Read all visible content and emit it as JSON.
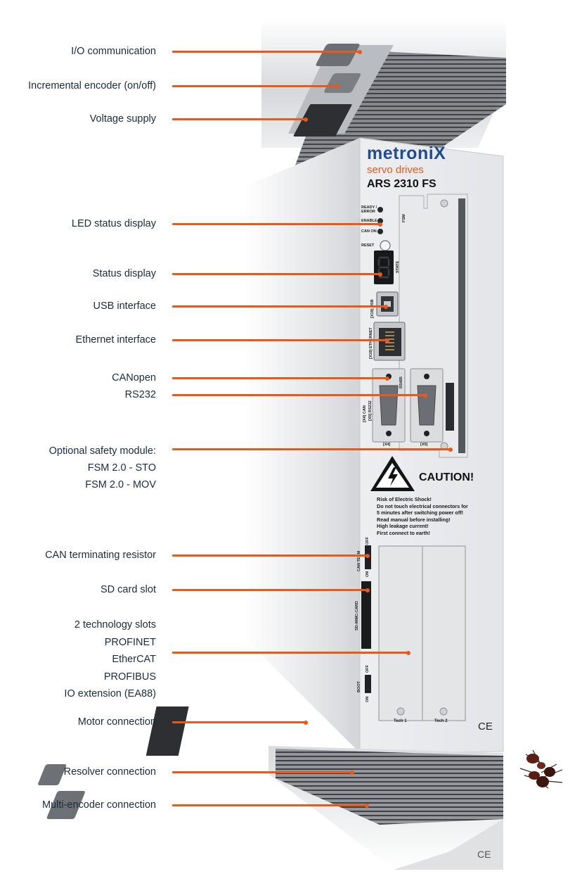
{
  "device": {
    "brand": "metroniX",
    "tagline": "servo drives",
    "model": "ARS 2310 FS",
    "leds": [
      "READY / ERROR",
      "ENABLE",
      "CAN ON"
    ],
    "reset_label": "RESET",
    "fsm_label": "FSM",
    "state_label": "STATE",
    "usb_label": "[X19] USB",
    "ethernet_label": "[X18] ETHERNET",
    "can_label": "[X4] CAN",
    "rs232_label": "[X5] RS232",
    "rs485_label": "RS485",
    "x4_label": "[X4]",
    "x5_label": "[X5]",
    "caution_title": "CAUTION!",
    "caution_lines": [
      "Risk of Electric Shock!",
      "Do not touch electrical connectors for",
      "5 minutes after switching power off!",
      "Read manual before installing!",
      "High leakage current!",
      "First connect to earth!"
    ],
    "can_term_label": "CAN TERM",
    "sd_label": "SD-/MMC-CARD",
    "boot_label": "BOOT",
    "off_label": "OFF",
    "on_label": "ON",
    "tech1_label": "Tech 1",
    "tech2_label": "Tech 2",
    "ce_mark": "CE"
  },
  "callouts": [
    {
      "lines": [
        "I/O communication"
      ]
    },
    {
      "lines": [
        "Incremental encoder (on/off)"
      ]
    },
    {
      "lines": [
        "Voltage supply"
      ]
    },
    {
      "lines": [
        "LED status display"
      ]
    },
    {
      "lines": [
        "Status display"
      ]
    },
    {
      "lines": [
        "USB interface"
      ]
    },
    {
      "lines": [
        "Ethernet interface"
      ]
    },
    {
      "lines": [
        "CANopen"
      ]
    },
    {
      "lines": [
        "RS232"
      ]
    },
    {
      "lines": [
        "Optional safety module:",
        "FSM 2.0 - STO",
        "FSM 2.0 - MOV"
      ]
    },
    {
      "lines": [
        "CAN terminating resistor"
      ]
    },
    {
      "lines": [
        "SD card slot"
      ]
    },
    {
      "lines": [
        "2 technology slots",
        "PROFINET",
        "EtherCAT",
        "PROFIBUS",
        "IO extension (EA88)"
      ]
    },
    {
      "lines": [
        "Motor connection"
      ]
    },
    {
      "lines": [
        "Resolver connection"
      ]
    },
    {
      "lines": [
        "Multi-encoder connection"
      ]
    }
  ],
  "colors": {
    "accent": "#e8591a",
    "brand_blue": "#1f4d8f",
    "text": "#1c2b3c"
  }
}
